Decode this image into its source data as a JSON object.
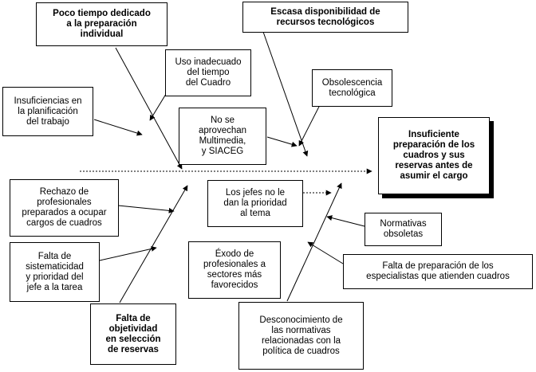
{
  "effect": "Insuficiente\npreparación de los\ncuadros y sus\nreservas antes de\nasumir el cargo",
  "causes": {
    "poco_tiempo": "Poco tiempo dedicado\na la preparación\nindividual",
    "escasa_recursos": "Escasa disponibilidad de\nrecursos tecnológicos",
    "uso_inadecuado": "Uso inadecuado\ndel tiempo\ndel Cuadro",
    "obsolescencia": "Obsolescencia\ntecnológica",
    "insuficiencias_planificacion": "Insuficiencias en\nla planificación\ndel trabajo",
    "no_multimedia": "No se\naprovechan\nMultimedia,\ny SIACEG",
    "rechazo_profesionales": "Rechazo de\nprofesionales\npreparados a ocupar\ncargos de cuadros",
    "jefes_prioridad": "Los jefes no le\ndan la prioridad\nal tema",
    "normativas_obsoletas": "Normativas\nobsoletas",
    "falta_sistematicidad": "Falta de\nsistematicidad\ny prioridad del\njefe a la tarea",
    "exodo": "Éxodo de\nprofesionales a\nsectores más\nfavorecidos",
    "falta_preparacion_especialistas": "Falta de preparación de los\nespecialistas que atienden cuadros",
    "falta_objetividad": "Falta de\nobjetividad\nen selección\nde reservas",
    "desconocimiento": "Desconocimiento de\nlas normativas\nrelacionadas con la\npolítica de cuadros"
  }
}
